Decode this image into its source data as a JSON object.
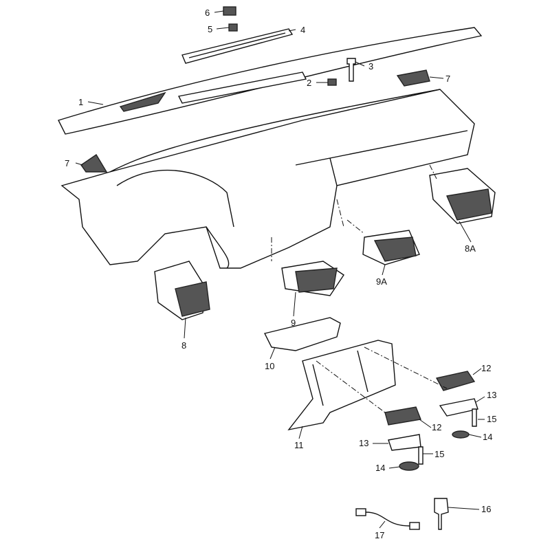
{
  "diagram": {
    "title": "Dashboard parts exploded view",
    "callouts": [
      {
        "id": "c6",
        "label": "6"
      },
      {
        "id": "c5",
        "label": "5"
      },
      {
        "id": "c4",
        "label": "4"
      },
      {
        "id": "c3",
        "label": "3"
      },
      {
        "id": "c2",
        "label": "2"
      },
      {
        "id": "c7a",
        "label": "7"
      },
      {
        "id": "c1",
        "label": "1"
      },
      {
        "id": "c7b",
        "label": "7"
      },
      {
        "id": "c8a",
        "label": "8A"
      },
      {
        "id": "c9a",
        "label": "9A"
      },
      {
        "id": "c9",
        "label": "9"
      },
      {
        "id": "c8",
        "label": "8"
      },
      {
        "id": "c10",
        "label": "10"
      },
      {
        "id": "c12a",
        "label": "12"
      },
      {
        "id": "c13a",
        "label": "13"
      },
      {
        "id": "c15a",
        "label": "15"
      },
      {
        "id": "c12b",
        "label": "12"
      },
      {
        "id": "c14a",
        "label": "14"
      },
      {
        "id": "c13b",
        "label": "13"
      },
      {
        "id": "c15b",
        "label": "15"
      },
      {
        "id": "c11",
        "label": "11"
      },
      {
        "id": "c14b",
        "label": "14"
      },
      {
        "id": "c16",
        "label": "16"
      },
      {
        "id": "c17",
        "label": "17"
      }
    ]
  }
}
